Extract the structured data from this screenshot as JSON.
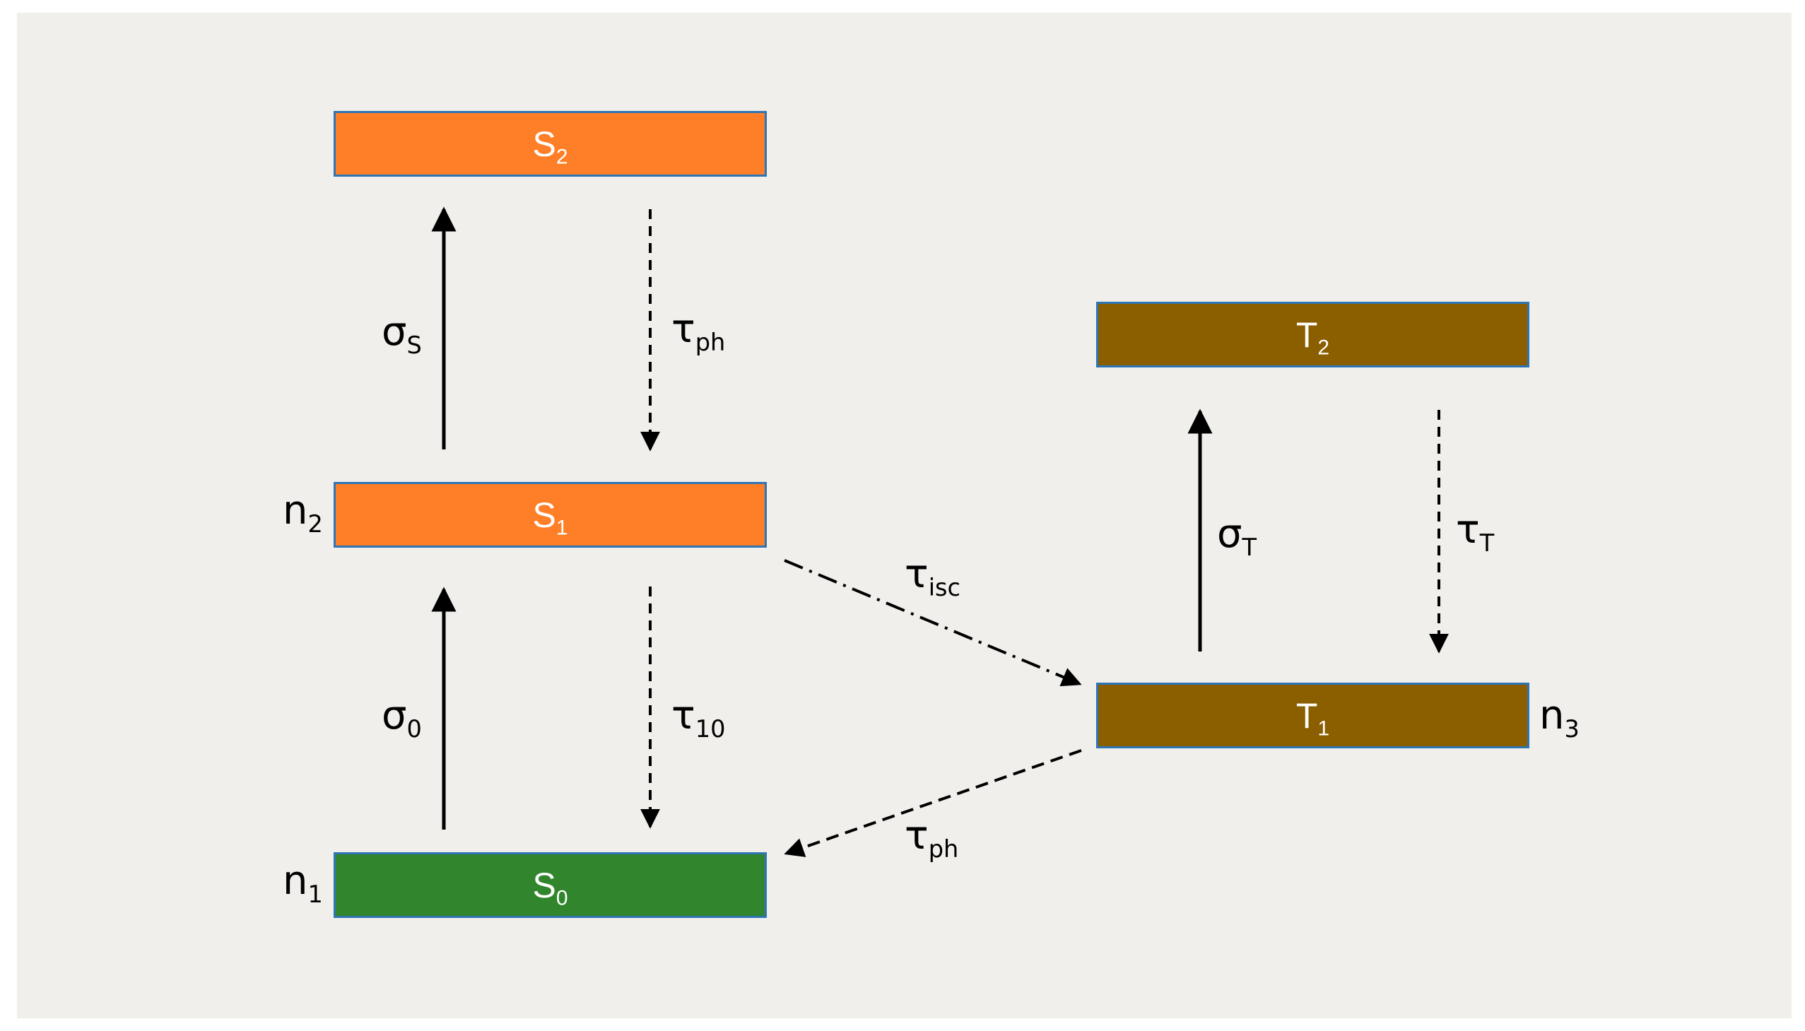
{
  "levels": {
    "s2": {
      "main": "S",
      "sub": "2",
      "color": "#fe7f27"
    },
    "s1": {
      "main": "S",
      "sub": "1",
      "color": "#fe7f27"
    },
    "s0": {
      "main": "S",
      "sub": "0",
      "color": "#31852c"
    },
    "t2": {
      "main": "T",
      "sub": "2",
      "color": "#8b5e00"
    },
    "t1": {
      "main": "T",
      "sub": "1",
      "color": "#8b5e00"
    }
  },
  "populations": {
    "n2": {
      "main": "n",
      "sub": "2"
    },
    "n1": {
      "main": "n",
      "sub": "1"
    },
    "n3": {
      "main": "n",
      "sub": "3"
    }
  },
  "transitions": {
    "sigma_s": {
      "main": "σ",
      "sub": "S"
    },
    "tau_ph_singlet": {
      "main": "τ",
      "sub": "ph"
    },
    "sigma_0": {
      "main": "σ",
      "sub": "0"
    },
    "tau_10": {
      "main": "τ",
      "sub": "10"
    },
    "tau_isc": {
      "main": "τ",
      "sub": "isc"
    },
    "sigma_t": {
      "main": "σ",
      "sub": "T"
    },
    "tau_t": {
      "main": "τ",
      "sub": "T"
    },
    "tau_ph_triplet": {
      "main": "τ",
      "sub": "ph"
    }
  },
  "colors": {
    "border": "#2e75b6",
    "background": "#f0efeb",
    "arrow": "#000000"
  }
}
